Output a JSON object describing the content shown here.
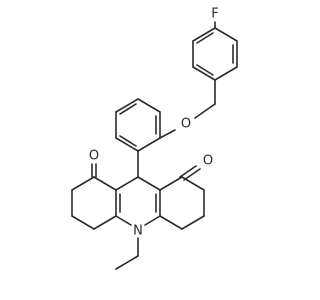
{
  "molecule": {
    "atoms": {
      "o_ketone_left": "O",
      "o_ketone_right": "O",
      "o_ether": "O",
      "n_ring": "N",
      "f_subst": "F"
    },
    "colors": {
      "bond": "#2b2b2b",
      "label": "#2b2b2b",
      "background": "#ffffff"
    }
  }
}
